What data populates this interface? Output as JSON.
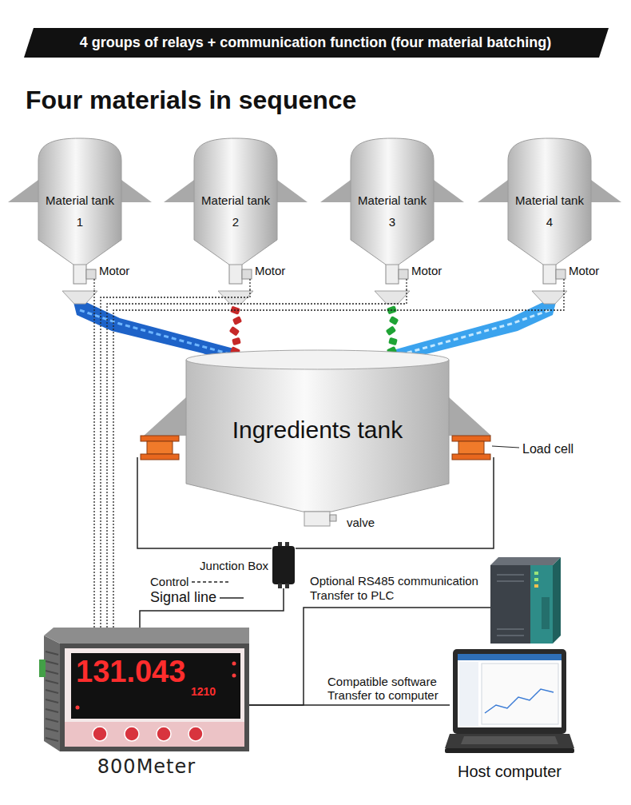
{
  "diagram": {
    "title": "4 groups of relays + communication function (four material batching)",
    "nodes": [
      {
        "text": [
          "Material tank",
          "1"
        ]
      },
      {
        "text": [
          "Material tank",
          "2"
        ]
      },
      {
        "text": [
          "Material tank",
          "3"
        ]
      },
      {
        "text": [
          "Material tank",
          "4"
        ]
      },
      {
        "text": [
          "Ingredients tank"
        ]
      },
      {
        "text": [
          "Junction Box"
        ]
      },
      {
        "text": [
          "131.043",
          "1210",
          "800Meter"
        ]
      },
      {
        "text": [
          "Optional RS485 communication Transfer to PLC"
        ]
      },
      {
        "text": [
          "Host computer"
        ]
      }
    ],
    "edges": [
      {
        "from": 6,
        "to": 0,
        "arrow": "none"
      },
      {
        "from": 6,
        "to": 1,
        "arrow": "none"
      },
      {
        "from": 6,
        "to": 2,
        "arrow": "none"
      },
      {
        "from": 6,
        "to": 3,
        "arrow": "none"
      },
      {
        "from": 4,
        "to": 5,
        "arrow": "none"
      },
      {
        "from": 5,
        "to": 6,
        "arrow": "none"
      },
      {
        "from": 6,
        "to": 7,
        "arrow": "none"
      },
      {
        "from": 6,
        "to": 8,
        "label": "Compatible software Transfer to computer",
        "arrow": "none"
      }
    ],
    "labels": [
      "Four materials in sequence",
      "Motor",
      "Motor",
      "Motor",
      "Motor",
      "Load cell",
      "valve"
    ],
    "legend": [
      {
        "text": "Control"
      },
      {
        "text": "Signal line"
      }
    ]
  }
}
